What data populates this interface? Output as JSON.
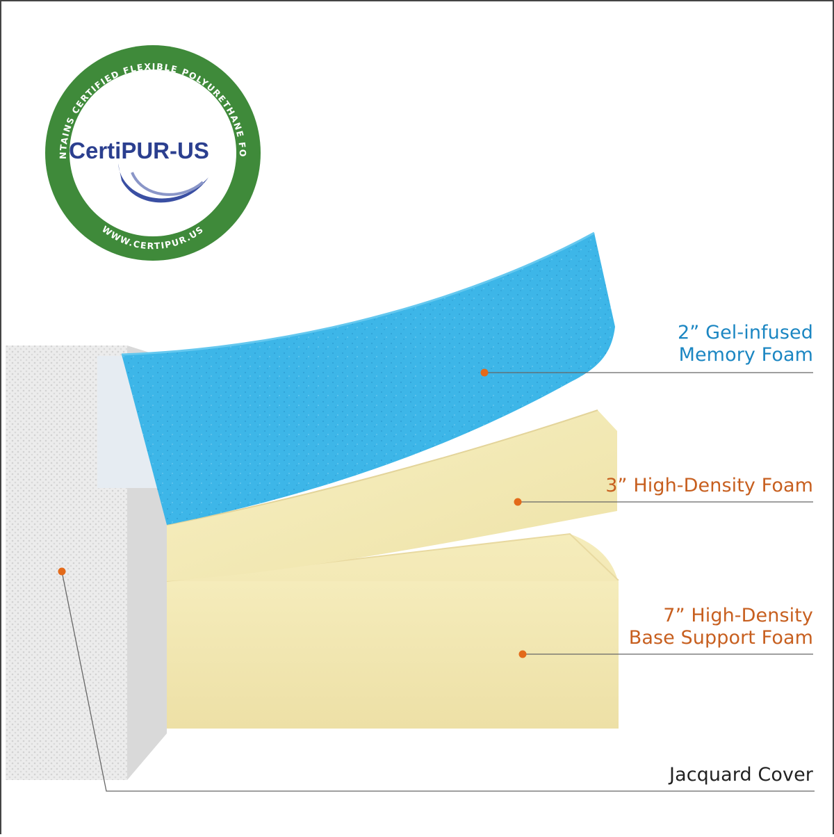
{
  "seal": {
    "ring_text_top": "CONTAINS CERTIFIED FLEXIBLE POLYURETHANE FOAM",
    "ring_text_bottom": "WWW.CERTIPUR.US",
    "logo_text": "CertiPUR-US",
    "ring_color": "#3f8a3a",
    "logo_color": "#2b3f8f"
  },
  "layers": [
    {
      "line1": "2” Gel-infused",
      "line2": "Memory Foam",
      "color": "#1b86c2",
      "fill": "#3db6e8"
    },
    {
      "line1": "3” High-Density Foam",
      "color": "#c75f1f",
      "fill": "#f3ebb4"
    },
    {
      "line1": "7”  High-Density",
      "line2": "Base Support Foam",
      "color": "#c75f1f",
      "fill": "#f1e6ae"
    },
    {
      "line1": "Jacquard Cover",
      "color": "#222222",
      "fill": "#e8e8e8"
    }
  ],
  "marker_color": "#e36a1a",
  "leader_color": "#666666"
}
